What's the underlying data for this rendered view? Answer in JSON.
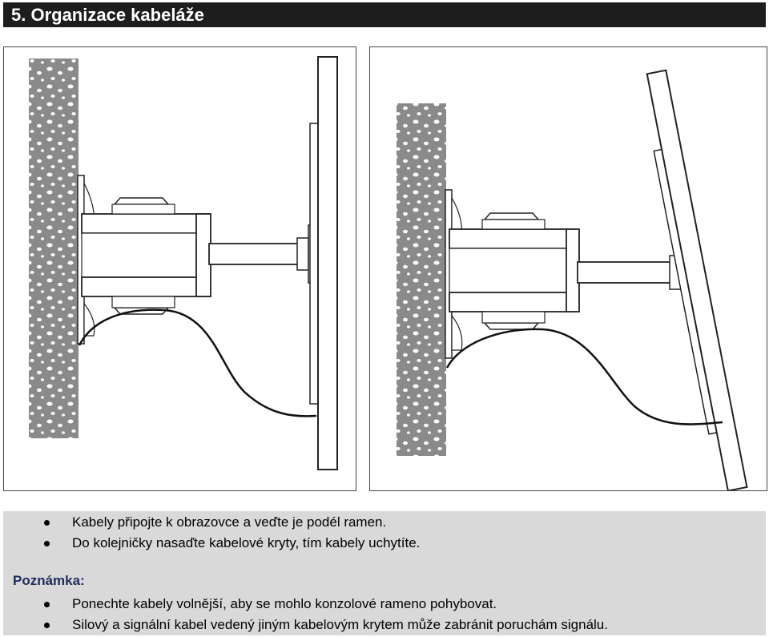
{
  "header": {
    "title": "5. Organizace kabeláže"
  },
  "instructions": [
    "Kabely připojte k obrazovce a veďte je podél ramen.",
    "Do kolejničky nasaďte kabelové kryty, tím kabely uchytíte."
  ],
  "note": {
    "heading": "Poznámka:",
    "items": [
      "Ponechte kabely volnější, aby se mohlo konzolové rameno pohybovat.",
      "Silový a signální kabel vedený jiným kabelovým krytem může zabránit poruchám signálu."
    ]
  },
  "colors": {
    "header_bg": "#1d1d1d",
    "notes_bg": "#d9d9d9",
    "wall": "#8a8a8a",
    "note_heading": "#1f2d5c"
  }
}
